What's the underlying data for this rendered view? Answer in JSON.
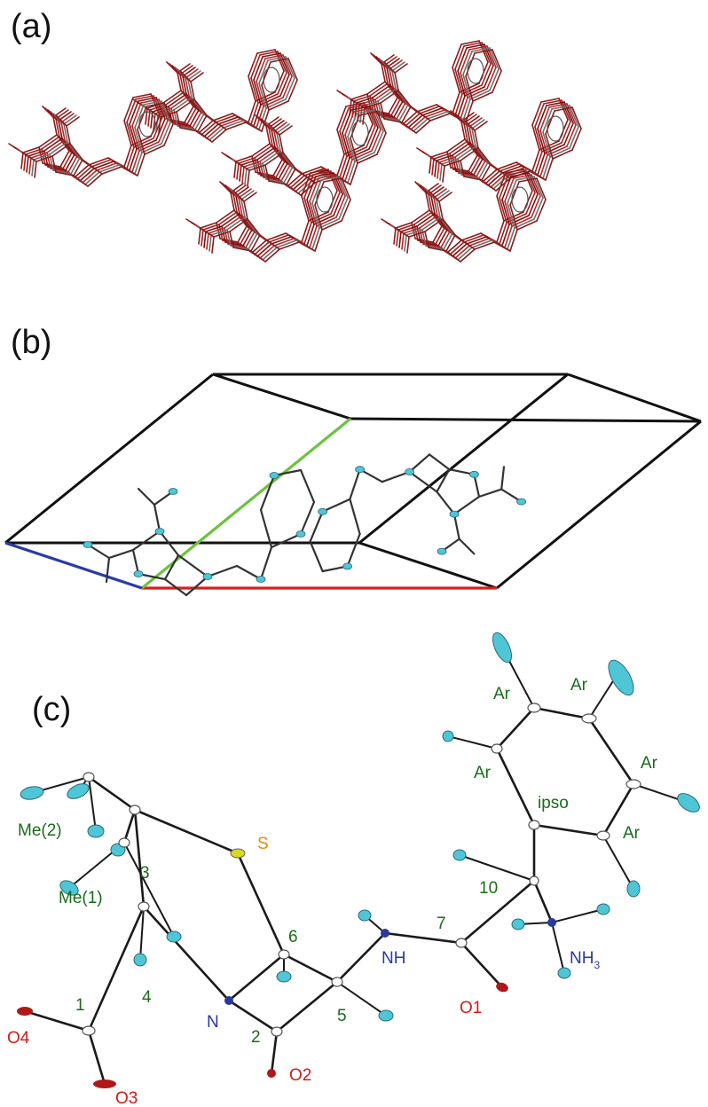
{
  "panels": [
    {
      "id": "a",
      "label": "(a)"
    },
    {
      "id": "b",
      "label": "(b)"
    },
    {
      "id": "c",
      "label": "(c)"
    }
  ],
  "atom_labels": {
    "me2": "Me(2)",
    "me1": "Me(1)",
    "s": "S",
    "n3": "3",
    "n6": "6",
    "nh": "NH",
    "n7": "7",
    "n10": "10",
    "nh3_main": "NH",
    "nh3_sub": "3",
    "ipso": "ipso",
    "ar1": "Ar",
    "ar2": "Ar",
    "ar3": "Ar",
    "ar4": "Ar",
    "ar5": "Ar",
    "n1": "1",
    "n4": "4",
    "n_atom": "N",
    "n2": "2",
    "n5": "5",
    "o1": "O1",
    "o2": "O2",
    "o3": "O3",
    "o4": "O4"
  },
  "colors": {
    "carbon_green_label": "#1a6b1a",
    "nitrogen_blue": "#2a3a9a",
    "oxygen_red": "#d11a1a",
    "sulfur_orange": "#e08a10",
    "hydrogen_cyan": "#4ec6d6",
    "axis_a_red": "#d42020",
    "axis_b_green": "#6dc23c",
    "axis_c_blue": "#2a3aa8",
    "packing_dark_red": "#8b1a1a"
  }
}
